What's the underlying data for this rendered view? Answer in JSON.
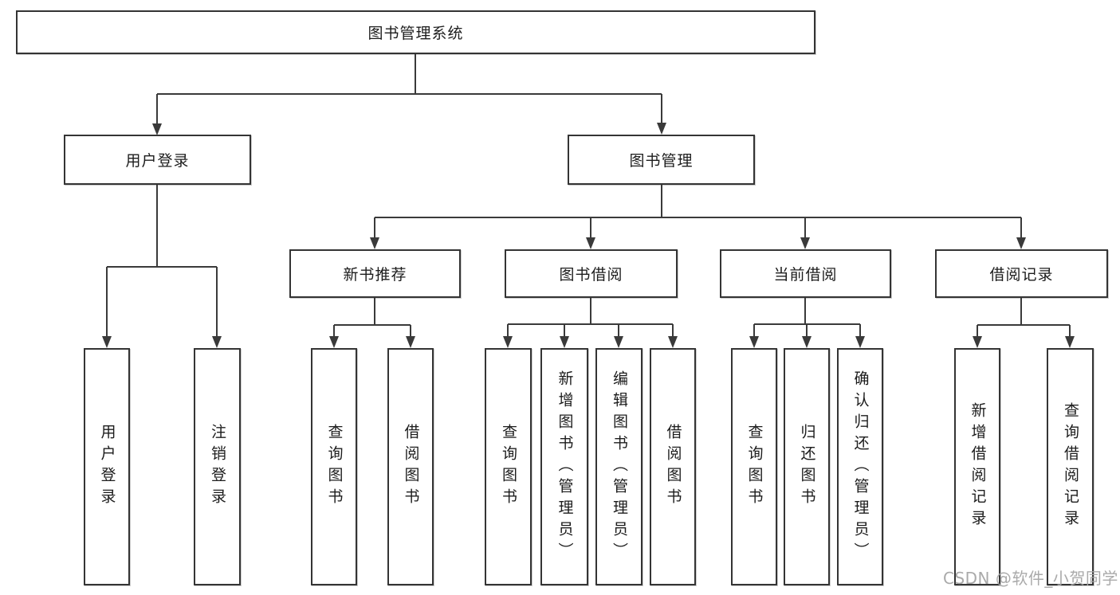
{
  "diagram": {
    "title": "图书管理系统",
    "nodes": {
      "root": "图书管理系统",
      "userLogin": "用户登录",
      "bookMgmt": "图书管理",
      "newRec": "新书推荐",
      "bookBorrow": "图书借阅",
      "currentBorrow": "当前借阅",
      "borrowRecords": "借阅记录",
      "leafUserLogin": "用户登录",
      "leafLogout": "注销登录",
      "leafRecQuery": "查询图书",
      "leafRecBorrow": "借阅图书",
      "leafBbQuery": "查询图书",
      "leafBbAdd": "新增图书（管理员）",
      "leafBbEdit": "编辑图书（管理员）",
      "leafBbBorrow": "借阅图书",
      "leafCbQuery": "查询图书",
      "leafCbReturn": "归还图书",
      "leafCbConfirm": "确认归还（管理员）",
      "leafBrAdd": "新增借阅记录",
      "leafBrQuery": "查询借阅记录"
    },
    "edges": [
      [
        "root",
        "userLogin"
      ],
      [
        "root",
        "bookMgmt"
      ],
      [
        "bookMgmt",
        "newRec"
      ],
      [
        "bookMgmt",
        "bookBorrow"
      ],
      [
        "bookMgmt",
        "currentBorrow"
      ],
      [
        "bookMgmt",
        "borrowRecords"
      ],
      [
        "userLogin",
        "leafUserLogin"
      ],
      [
        "userLogin",
        "leafLogout"
      ],
      [
        "newRec",
        "leafRecQuery"
      ],
      [
        "newRec",
        "leafRecBorrow"
      ],
      [
        "bookBorrow",
        "leafBbQuery"
      ],
      [
        "bookBorrow",
        "leafBbAdd"
      ],
      [
        "bookBorrow",
        "leafBbEdit"
      ],
      [
        "bookBorrow",
        "leafBbBorrow"
      ],
      [
        "currentBorrow",
        "leafCbQuery"
      ],
      [
        "currentBorrow",
        "leafCbReturn"
      ],
      [
        "currentBorrow",
        "leafCbConfirm"
      ],
      [
        "borrowRecords",
        "leafBrAdd"
      ],
      [
        "borrowRecords",
        "leafBrQuery"
      ]
    ],
    "colors": {
      "line": "#3a3a3a",
      "box_border": "#343434",
      "text": "#1c1c1c",
      "watermark": "#a5a5a5",
      "background": "#ffffff"
    },
    "watermark": "CSDN @软件_小贺同学"
  }
}
